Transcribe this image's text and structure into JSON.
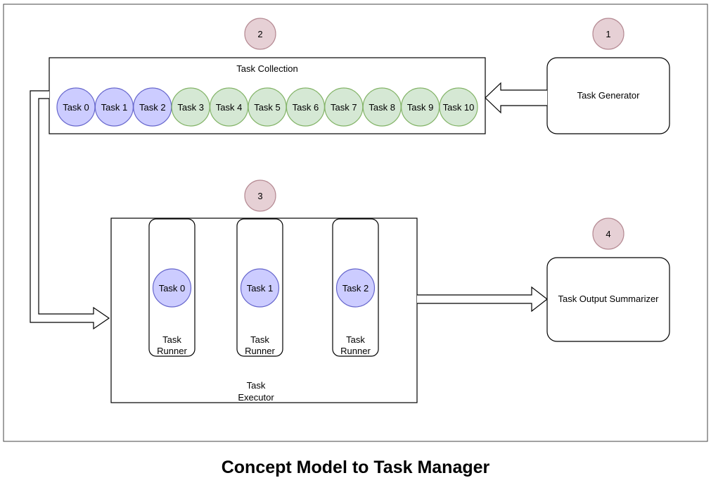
{
  "caption": "Concept Model to Task Manager",
  "colors": {
    "queued_fill": "#d5e8d4",
    "queued_stroke": "#82b366",
    "active_fill": "#ccccff",
    "active_stroke": "#6666cc",
    "step_fill": "#e6d0d5",
    "step_stroke": "#b58a93"
  },
  "steps": [
    "1",
    "2",
    "3",
    "4"
  ],
  "generator": {
    "label": "Task Generator"
  },
  "collection": {
    "label": "Task Collection",
    "tasks": [
      {
        "label": "Task 0",
        "state": "active"
      },
      {
        "label": "Task 1",
        "state": "active"
      },
      {
        "label": "Task 2",
        "state": "active"
      },
      {
        "label": "Task 3",
        "state": "queued"
      },
      {
        "label": "Task 4",
        "state": "queued"
      },
      {
        "label": "Task 5",
        "state": "queued"
      },
      {
        "label": "Task 6",
        "state": "queued"
      },
      {
        "label": "Task 7",
        "state": "queued"
      },
      {
        "label": "Task 8",
        "state": "queued"
      },
      {
        "label": "Task 9",
        "state": "queued"
      },
      {
        "label": "Task 10",
        "state": "queued"
      }
    ]
  },
  "executor": {
    "label": [
      "Task",
      "Executor"
    ],
    "runners": [
      {
        "task": "Task 0",
        "label": [
          "Task",
          "Runner"
        ]
      },
      {
        "task": "Task 1",
        "label": [
          "Task",
          "Runner"
        ]
      },
      {
        "task": "Task 2",
        "label": [
          "Task",
          "Runner"
        ]
      }
    ]
  },
  "summarizer": {
    "label": "Task Output Summarizer"
  }
}
